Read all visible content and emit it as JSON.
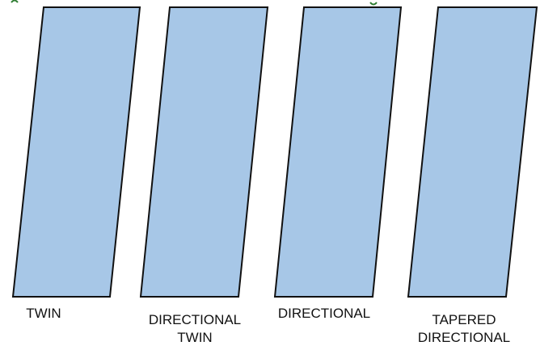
{
  "diagram": {
    "fill_color": "#a7c7e7",
    "stroke_color": "#111111",
    "accent_color": "#2e7d32",
    "shapes": [
      {
        "name": "twin",
        "label_lines": [
          "TWIN"
        ]
      },
      {
        "name": "directional-twin",
        "label_lines": [
          "DIRECTIONAL",
          "TWIN"
        ]
      },
      {
        "name": "directional",
        "label_lines": [
          "DIRECTIONAL"
        ]
      },
      {
        "name": "tapered-directional",
        "label_lines": [
          "TAPERED",
          "DIRECTIONAL"
        ]
      }
    ]
  }
}
